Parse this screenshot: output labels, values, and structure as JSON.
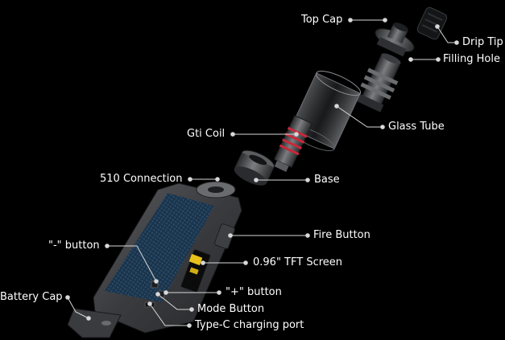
{
  "diagram": {
    "labels": {
      "top_cap": "Top Cap",
      "drip_tip": "Drip Tip",
      "filling_hole": "Filling Hole",
      "glass_tube": "Glass Tube",
      "gti_coil": "Gti Coil",
      "connection_510": "510 Connection",
      "base": "Base",
      "fire_button": "Fire Button",
      "minus_button": "\"-\" button",
      "tft_screen": "0.96\" TFT Screen",
      "plus_button": "\"+\" button",
      "battery_cap": "Battery Cap",
      "mode_button": "Mode Button",
      "type_c_port": "Type-C charging port"
    },
    "colors": {
      "background": "#000000",
      "label_text": "#ffffff",
      "leader_line": "#d8d8d8",
      "metal": "#4a4b4e",
      "leather": "#1f3a52",
      "screen_accent": "#e8c21a",
      "coil_accent": "#c8283a"
    }
  }
}
